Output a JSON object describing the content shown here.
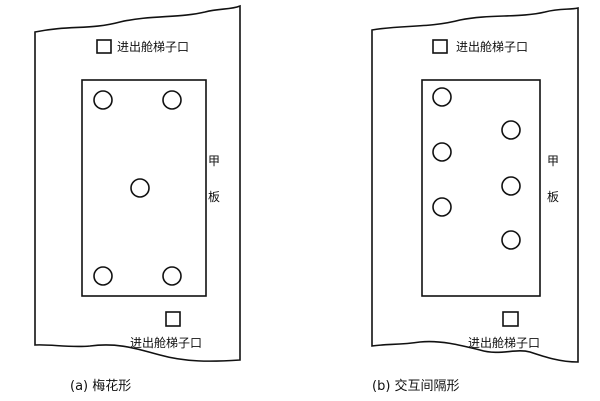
{
  "panels": [
    {
      "hatch_label_top": "进出舱梯子口",
      "hatch_label_bottom": "进出舱梯子口",
      "deck_char1": "甲",
      "deck_char2": "板",
      "caption": "(a) 梅花形"
    },
    {
      "hatch_label_top": "进出舱梯子口",
      "hatch_label_bottom": "进出舱梯子口",
      "deck_char1": "甲",
      "deck_char2": "板",
      "caption": "(b) 交互间隔形"
    }
  ]
}
